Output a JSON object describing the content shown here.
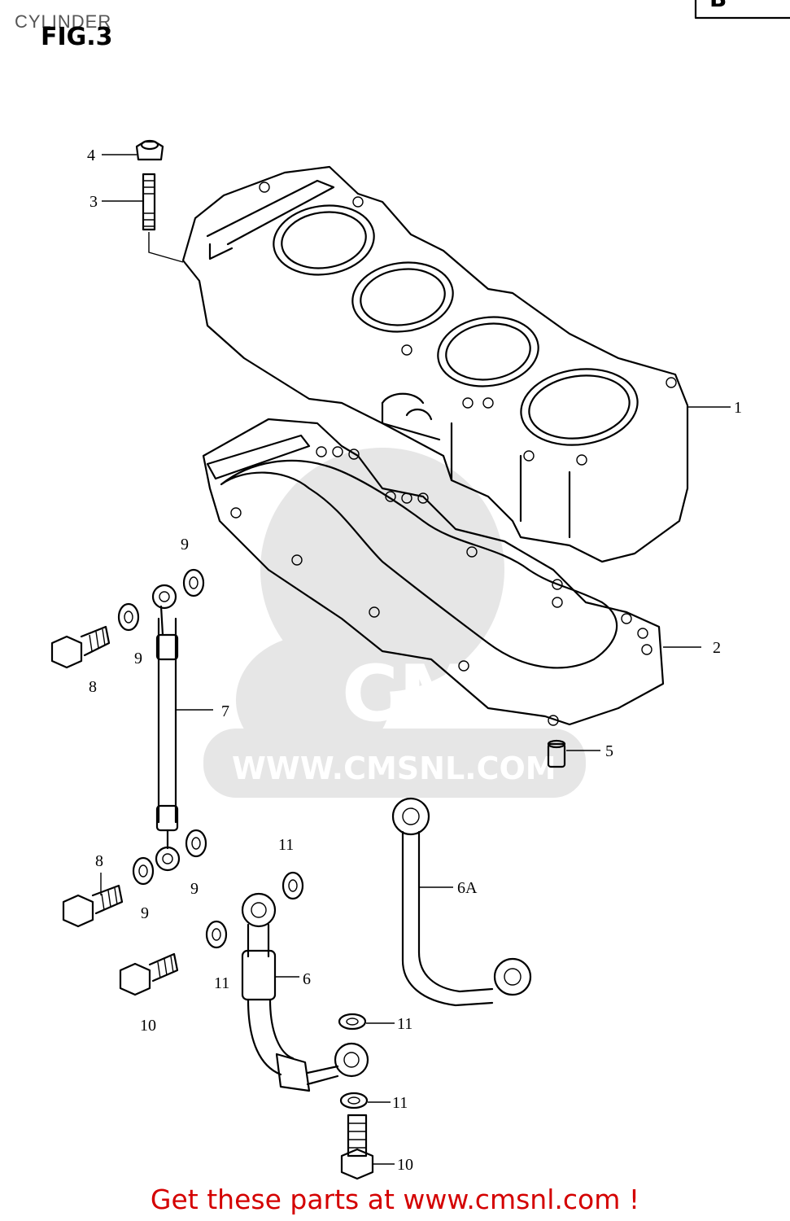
{
  "header": {
    "title": "CYLINDER",
    "figure": "FIG.3",
    "corner_letter": "B"
  },
  "watermark": {
    "brand": "CMS",
    "url": "WWW.CMSNL.COM"
  },
  "callouts": [
    {
      "id": "c1",
      "label": "1"
    },
    {
      "id": "c2",
      "label": "2"
    },
    {
      "id": "c3",
      "label": "3"
    },
    {
      "id": "c4",
      "label": "4"
    },
    {
      "id": "c5",
      "label": "5"
    },
    {
      "id": "c6",
      "label": "6"
    },
    {
      "id": "c6a",
      "label": "6A"
    },
    {
      "id": "c7",
      "label": "7"
    },
    {
      "id": "c8a",
      "label": "8"
    },
    {
      "id": "c8b",
      "label": "8"
    },
    {
      "id": "c9a",
      "label": "9"
    },
    {
      "id": "c9b",
      "label": "9"
    },
    {
      "id": "c9c",
      "label": "9"
    },
    {
      "id": "c9d",
      "label": "9"
    },
    {
      "id": "c10a",
      "label": "10"
    },
    {
      "id": "c10b",
      "label": "10"
    },
    {
      "id": "c11a",
      "label": "11"
    },
    {
      "id": "c11b",
      "label": "11"
    },
    {
      "id": "c11c",
      "label": "11"
    },
    {
      "id": "c11d",
      "label": "11"
    }
  ],
  "footer": {
    "text": "Get these parts at www.cmsnl.com !"
  }
}
